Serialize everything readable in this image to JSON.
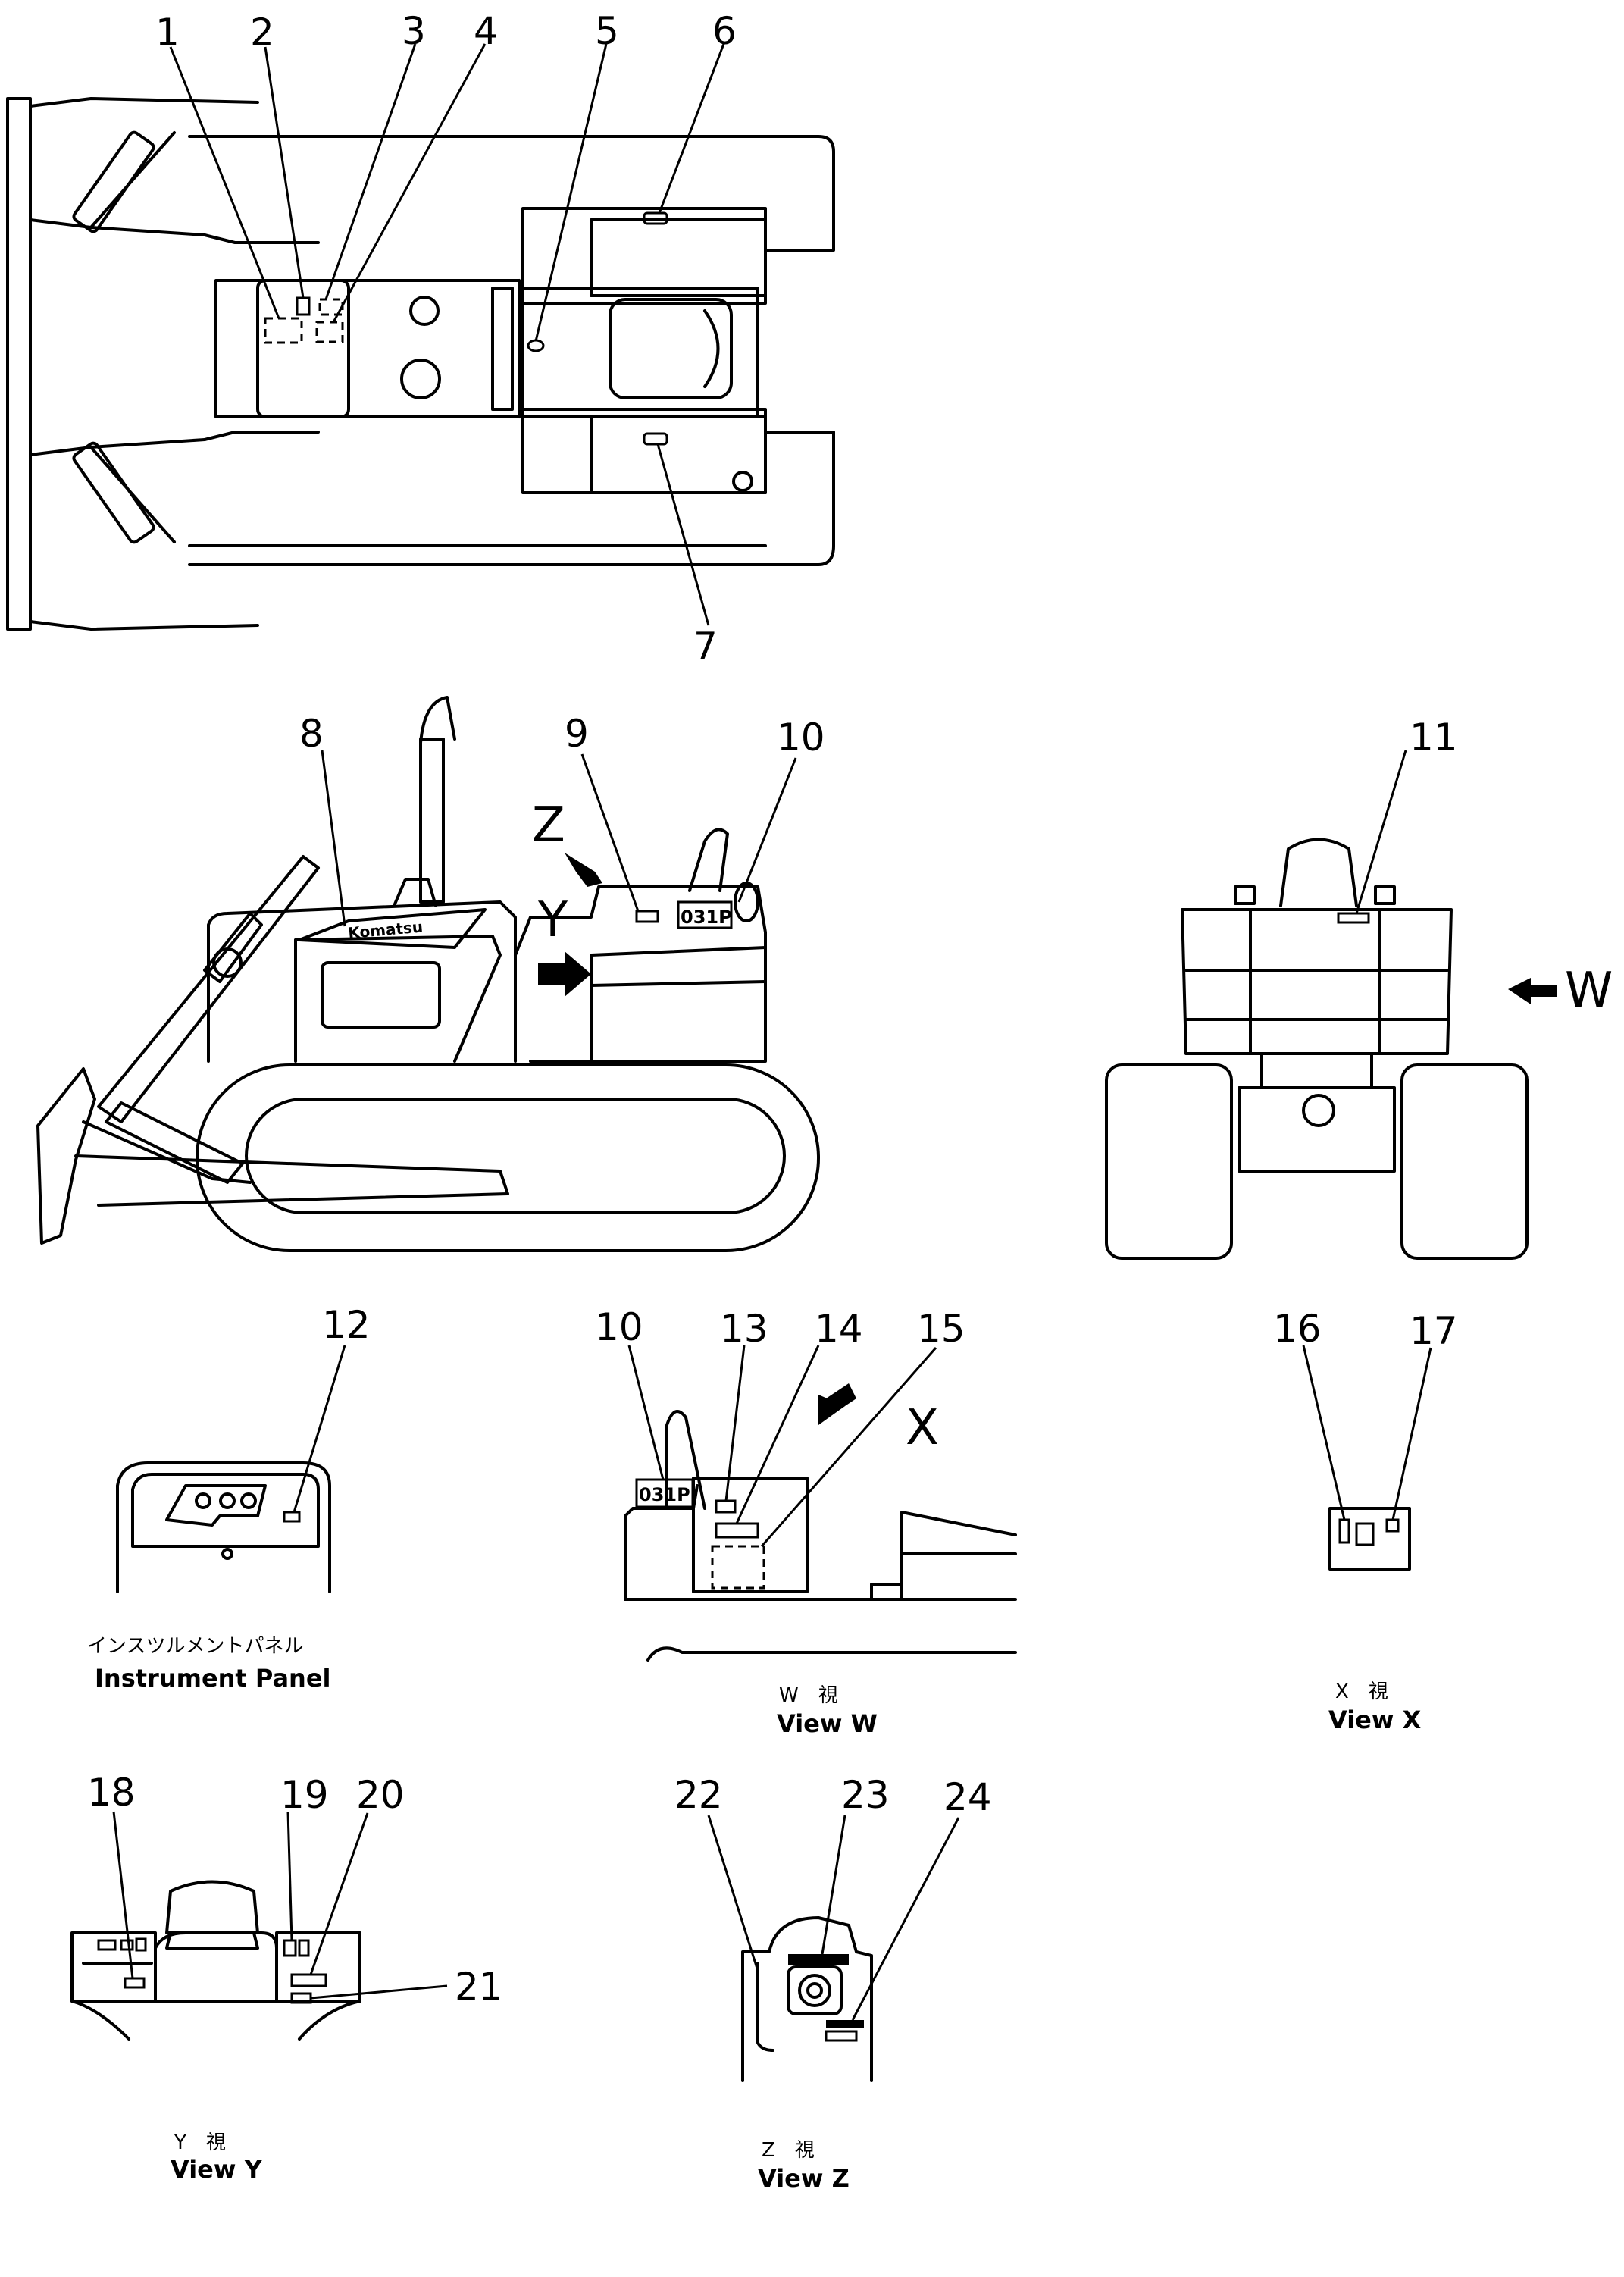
{
  "callouts": [
    "1",
    "2",
    "3",
    "4",
    "5",
    "6",
    "7",
    "8",
    "9",
    "10",
    "11",
    "12",
    "13",
    "14",
    "15",
    "16",
    "17",
    "18",
    "19",
    "20",
    "21",
    "22",
    "23",
    "24"
  ],
  "view_letters": {
    "w": "W",
    "x": "X",
    "y": "Y",
    "z": "Z"
  },
  "captions": {
    "instrument_panel_jp": "インスツルメントパネル",
    "instrument_panel_en": "Instrument Panel",
    "view_w_jp": "W　視",
    "view_w_en": "View W",
    "view_x_jp": "X　視",
    "view_x_en": "View X",
    "view_y_jp": "Y　視",
    "view_y_en": "View Y",
    "view_z_jp": "Z　視",
    "view_z_en": "View Z"
  },
  "decal_text": {
    "model_plate": "031P",
    "brand": "Komatsu"
  },
  "colors": {
    "line": "#000000",
    "background": "#ffffff"
  }
}
